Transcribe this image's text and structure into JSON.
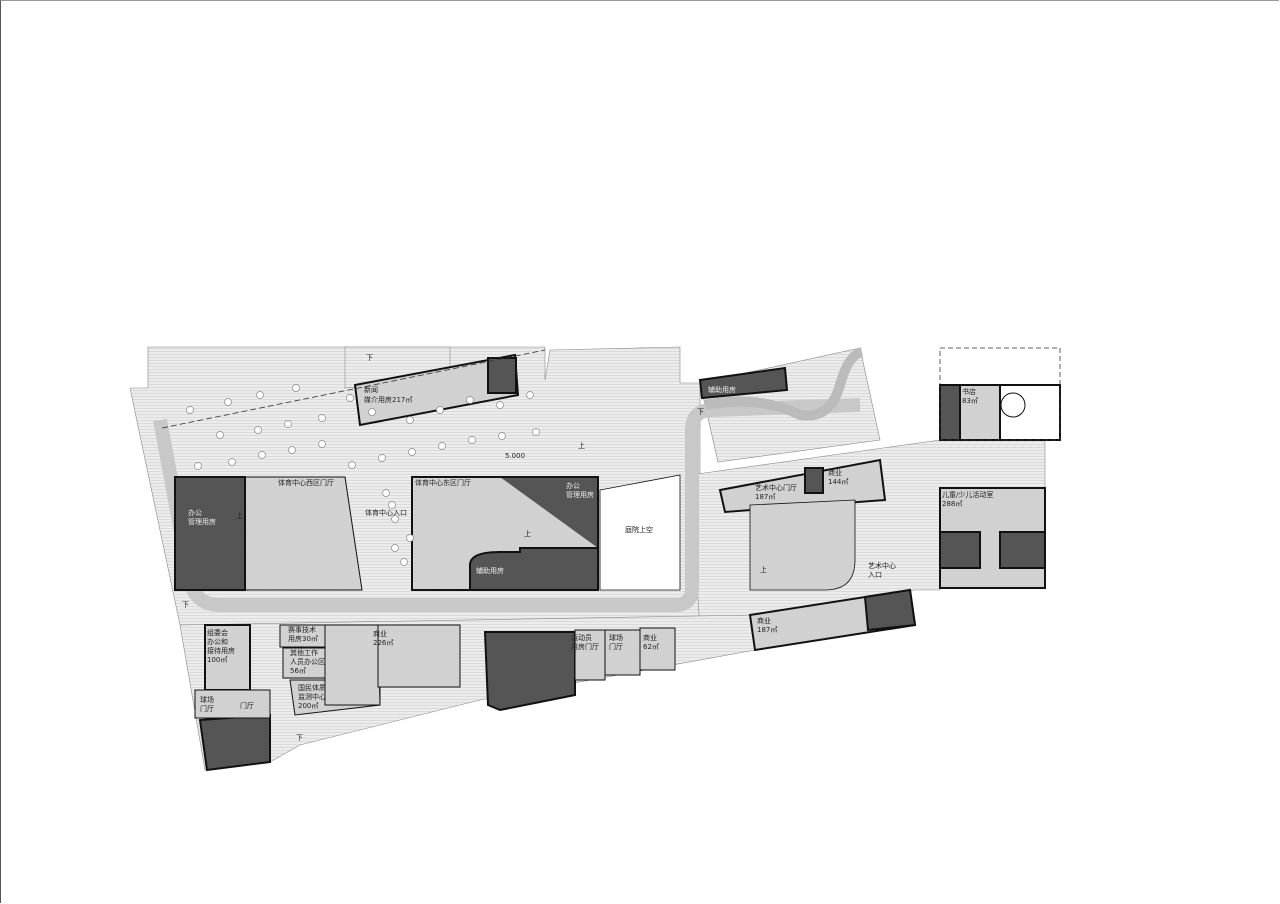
{
  "plan": {
    "colors": {
      "paving": "#e6e6e6",
      "room": "#cfcfcf",
      "service": "#555555",
      "wall": "#111111",
      "void": "#ffffff"
    },
    "elevation": "5.000",
    "stair_up": "上",
    "stair_down": "下",
    "rooms": {
      "news_media": [
        "新闻",
        "媒介用房217㎡"
      ],
      "west_lobby": "体育中心西区门厅",
      "east_lobby": "体育中心东区门厅",
      "sports_entrance": "体育中心入口",
      "office_west": [
        "办公",
        "管理用房"
      ],
      "office_east": [
        "办公",
        "管理用房"
      ],
      "aux_east": "辅助用房",
      "aux_top": "辅助用房",
      "courtyard_void": "庭院上空",
      "art_lobby": [
        "艺术中心门厅",
        "187㎡"
      ],
      "commerce_144": [
        "商业",
        "144㎡"
      ],
      "bookstore": [
        "书店",
        "83㎡"
      ],
      "kids_room": [
        "儿童/少儿活动室",
        "288㎡"
      ],
      "art_entrance": [
        "艺术中心",
        "入口"
      ],
      "commerce_187": [
        "商业",
        "187㎡"
      ],
      "committee": [
        "组委会",
        "办公和",
        "接待用房",
        "100㎡"
      ],
      "tech_room": [
        "赛事技术",
        "用房30㎡"
      ],
      "staff_office": [
        "其他工作",
        "人员办公区",
        "56㎡"
      ],
      "fitness_center": [
        "国民体质",
        "监测中心",
        "200㎡"
      ],
      "commerce_226": [
        "商业",
        "226㎡"
      ],
      "athlete_lobby": [
        "运动员",
        "用房门厅"
      ],
      "court_lobby_right": [
        "球场",
        "门厅"
      ],
      "commerce_62": [
        "商业",
        "62㎡"
      ],
      "court_lobby_left": [
        "球场",
        "门厅"
      ],
      "lobby": "门厅"
    }
  }
}
